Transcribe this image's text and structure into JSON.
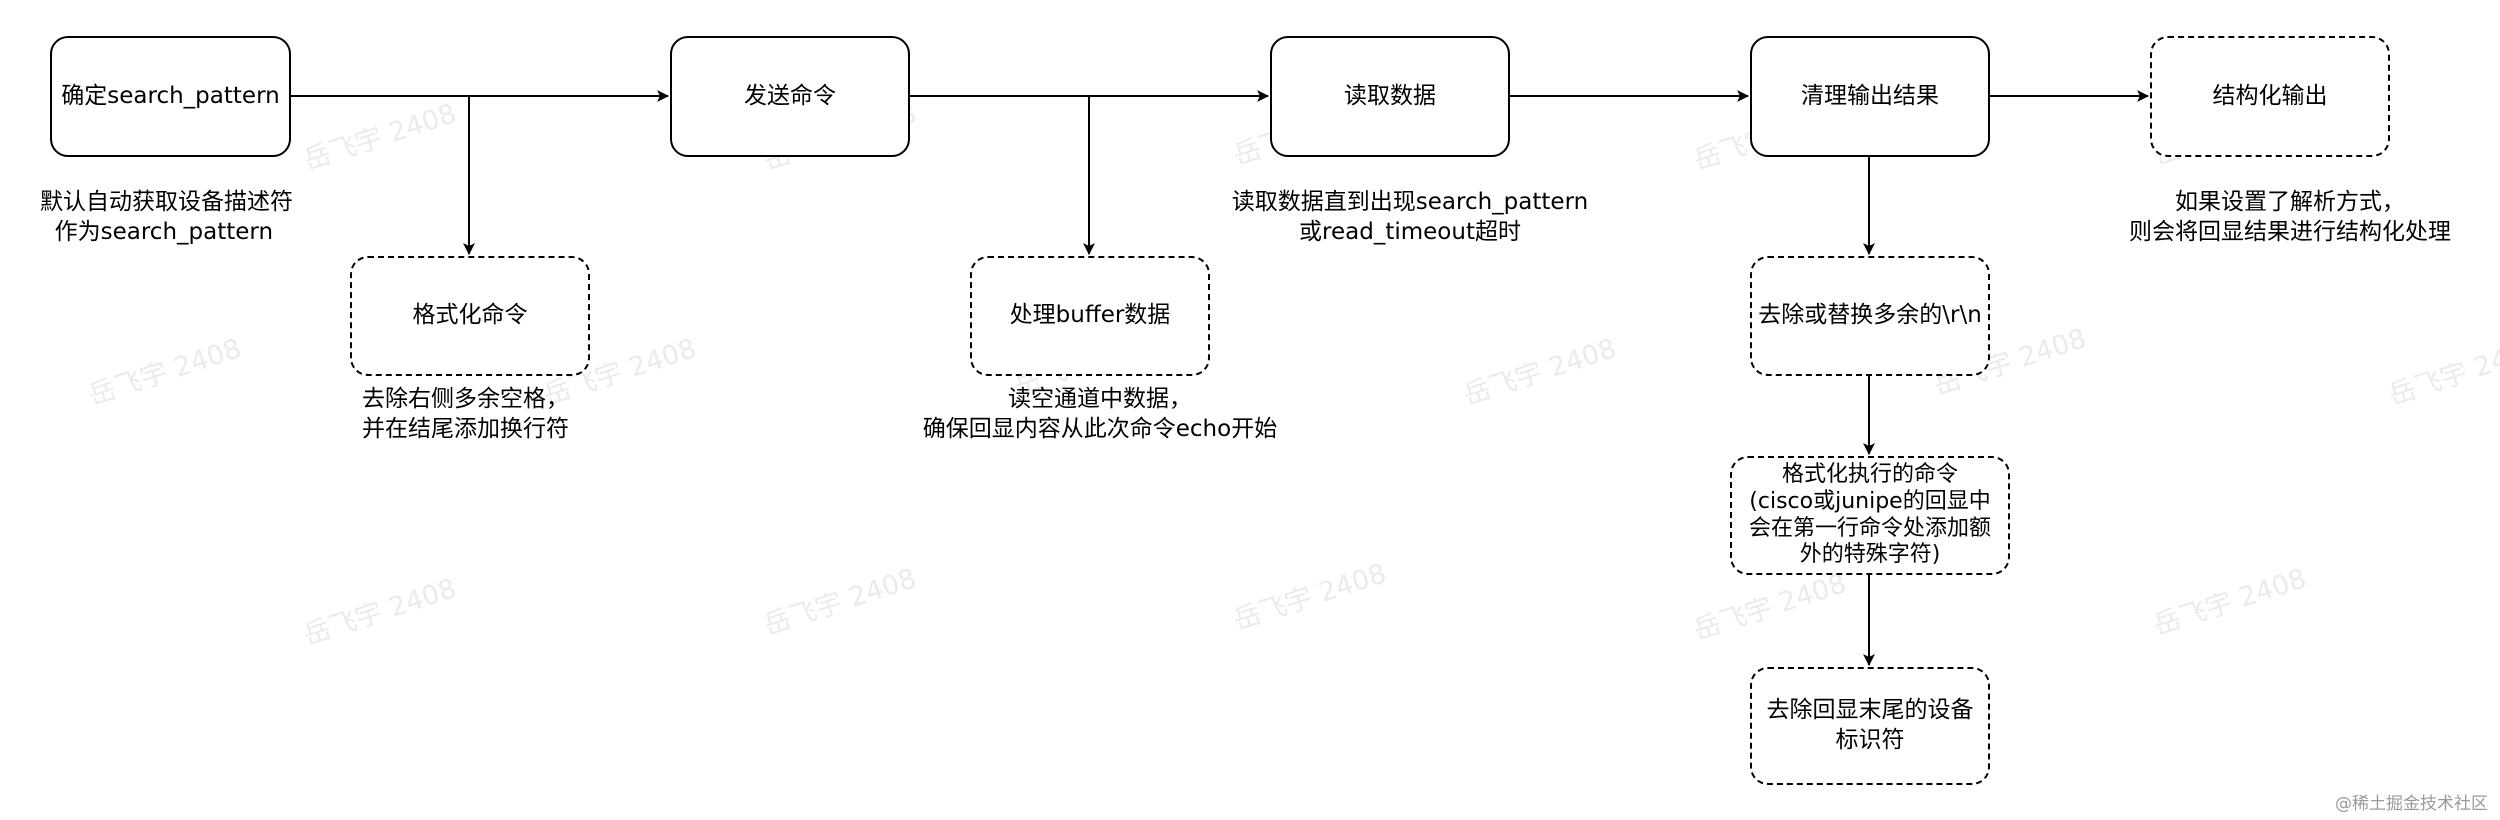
{
  "watermark": "岳飞宇 2408",
  "nodes": {
    "determine": "确定search_pattern",
    "send": "发送命令",
    "read": "读取数据",
    "clean": "清理输出结果",
    "structured": "结构化输出",
    "format_cmd": "格式化命令",
    "buffer": "处理buffer数据",
    "remove_rn": "去除或替换多余的\\r\\n",
    "format_exec": "格式化执行的命令\n(cisco或junipe的回显中\n会在第一行命令处添加额\n外的特殊字符)",
    "remove_prompt": "去除回显末尾的设备\n标识符"
  },
  "notes": {
    "determine": "默认自动获取设备描述符\n  作为search_pattern",
    "format_cmd": "去除右侧多余空格，\n并在结尾添加换行符",
    "buffer": "读空通道中数据，\n确保回显内容从此次命令echo开始",
    "read": "读取数据直到出现search_pattern\n或read_timeout超时",
    "structured": "如果设置了解析方式，\n则会将回显结果进行结构化处理"
  },
  "corner_mark": "@稀土掘金技术社区"
}
